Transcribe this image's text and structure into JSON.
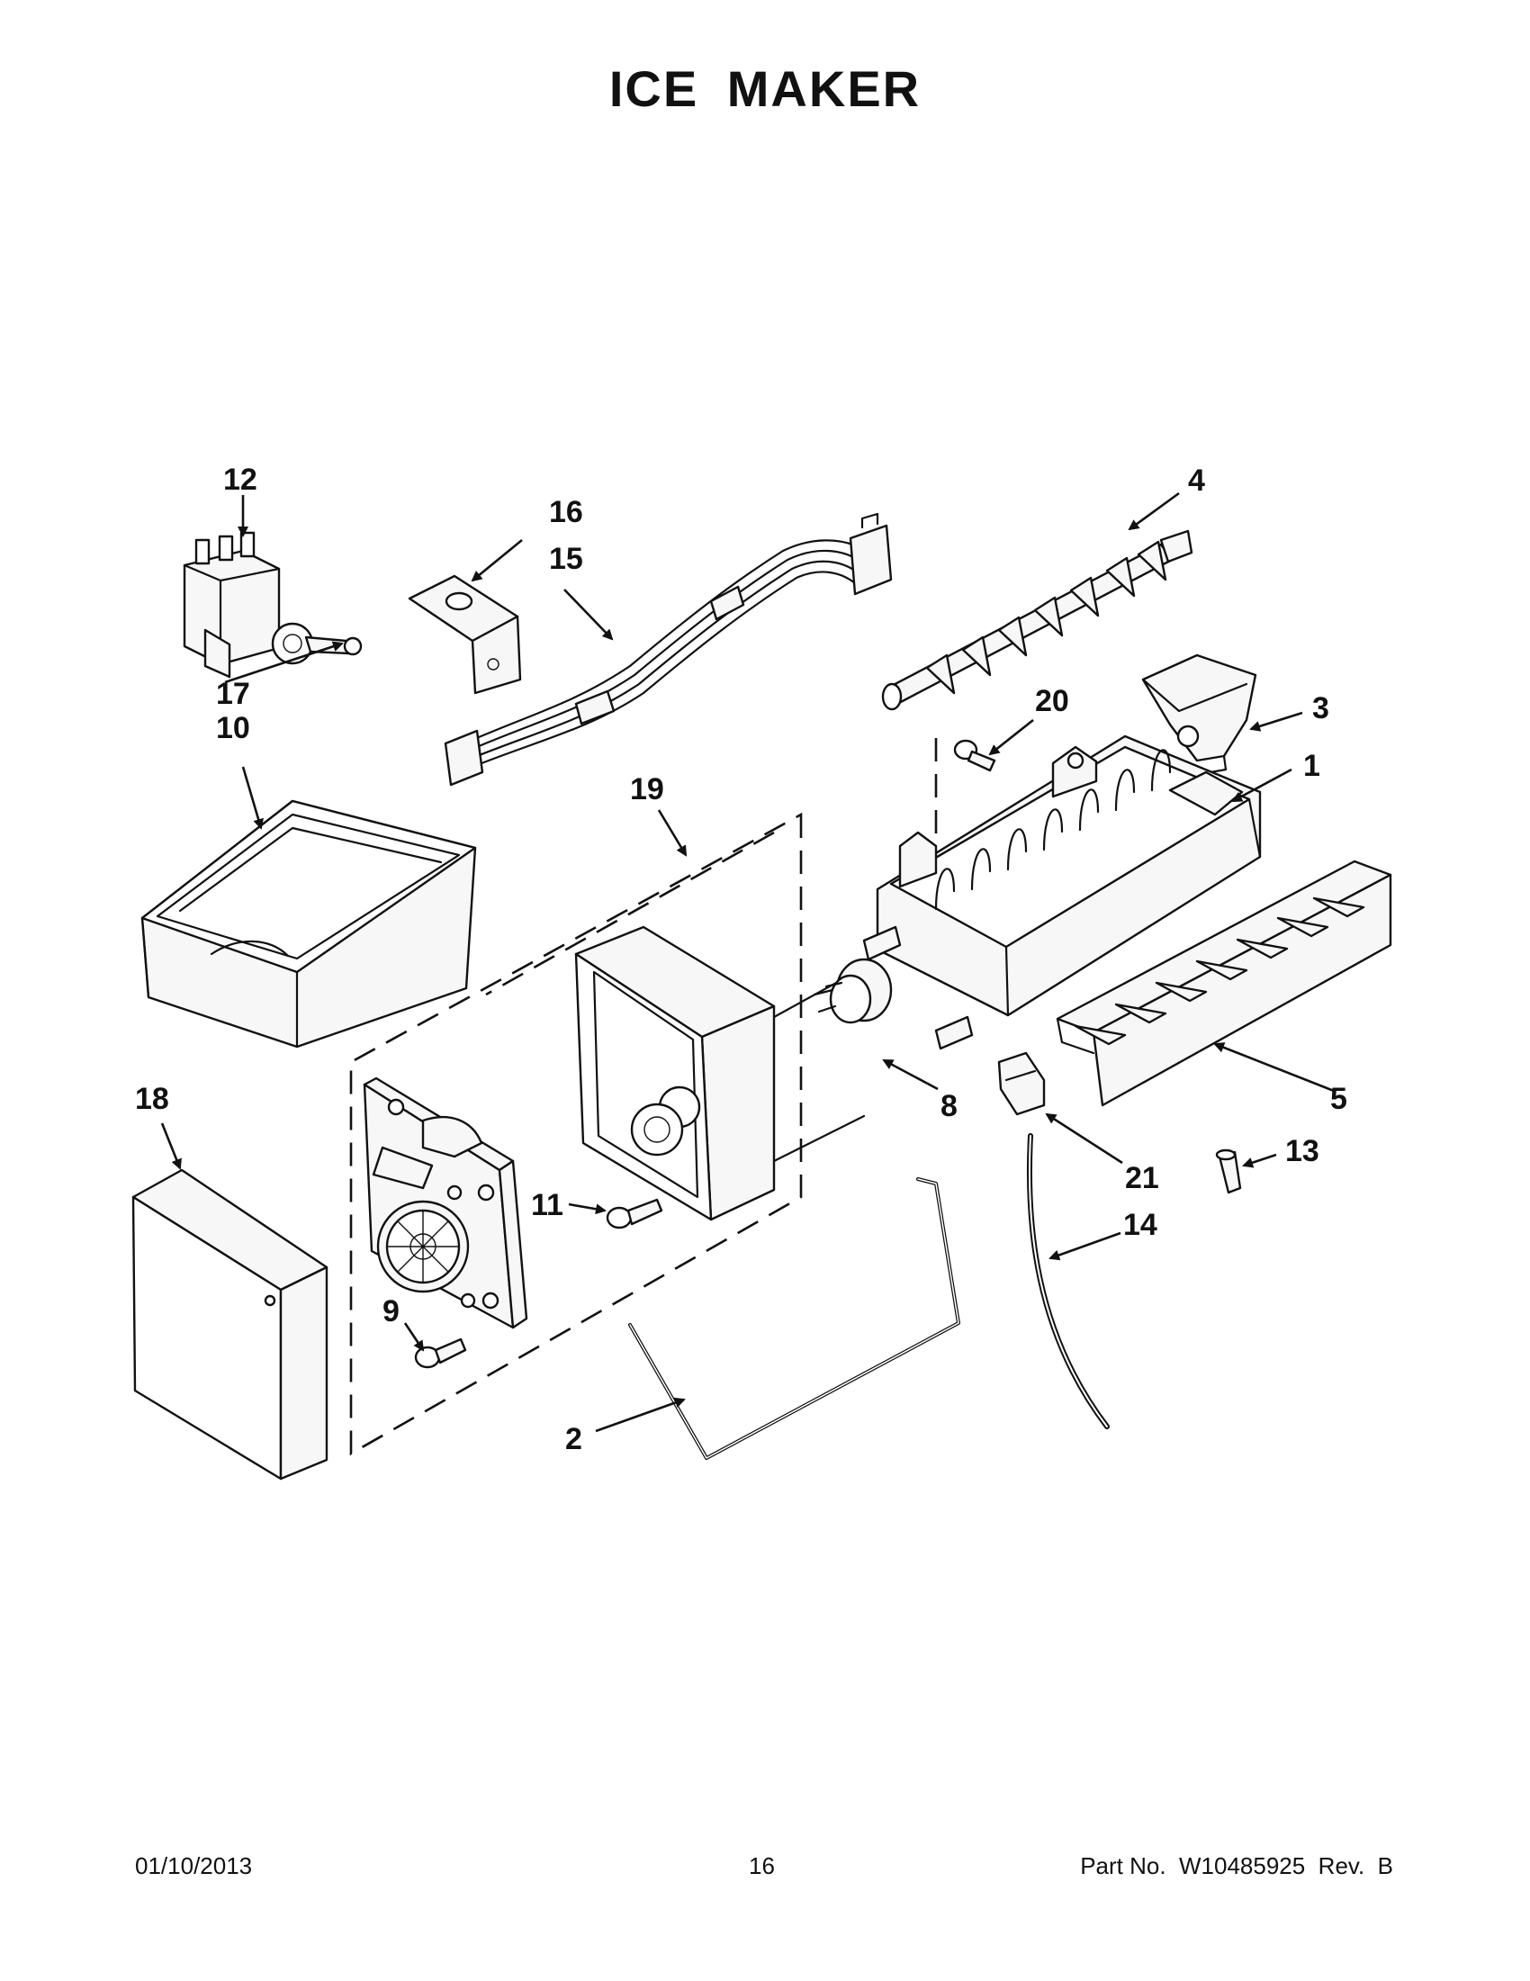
{
  "title": "ICE MAKER",
  "callouts": [
    "1",
    "2",
    "3",
    "4",
    "5",
    "8",
    "9",
    "10",
    "11",
    "12",
    "13",
    "14",
    "15",
    "16",
    "17",
    "18",
    "19",
    "20",
    "21"
  ],
  "footer": {
    "date": "01/10/2013",
    "page": "16",
    "part_no": "Part No.  W10485925  Rev.  B"
  },
  "icons": [
    "ice-bin",
    "water-valve",
    "wire-harness",
    "bracket",
    "ejector",
    "mold",
    "stripper",
    "control-module",
    "cover",
    "screw",
    "thermostat",
    "clip",
    "tube",
    "shutoff-arm"
  ]
}
